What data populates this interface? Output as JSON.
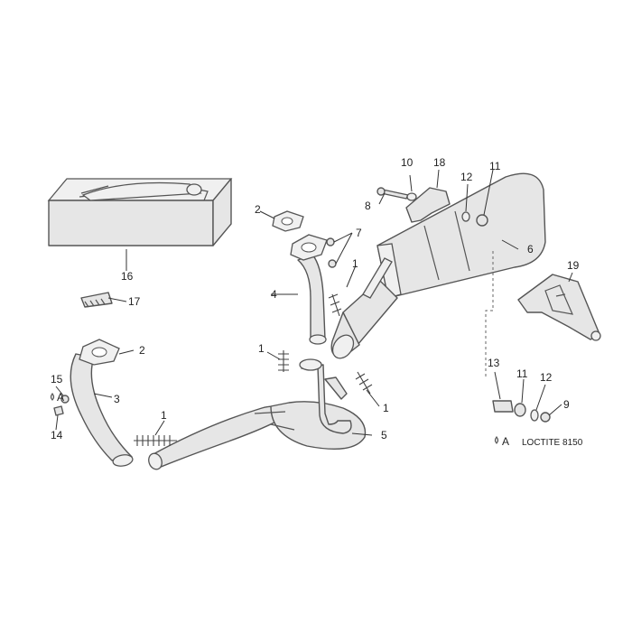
{
  "labels": {
    "l1a": "1",
    "l1b": "1",
    "l1c": "1",
    "l1d": "1",
    "l2a": "2",
    "l2b": "2",
    "l3": "3",
    "l4": "4",
    "l5": "5",
    "l6": "6",
    "l7": "7",
    "l8": "8",
    "l9": "9",
    "l10": "10",
    "l11a": "11",
    "l11b": "11",
    "l12a": "12",
    "l12b": "12",
    "l13": "13",
    "l14": "14",
    "l15": "15",
    "l16": "16",
    "l17": "17",
    "l18": "18",
    "l19": "19"
  },
  "notes": {
    "a_left": "A",
    "a_legend": "A",
    "loctite": "LOCTITE 8150"
  }
}
